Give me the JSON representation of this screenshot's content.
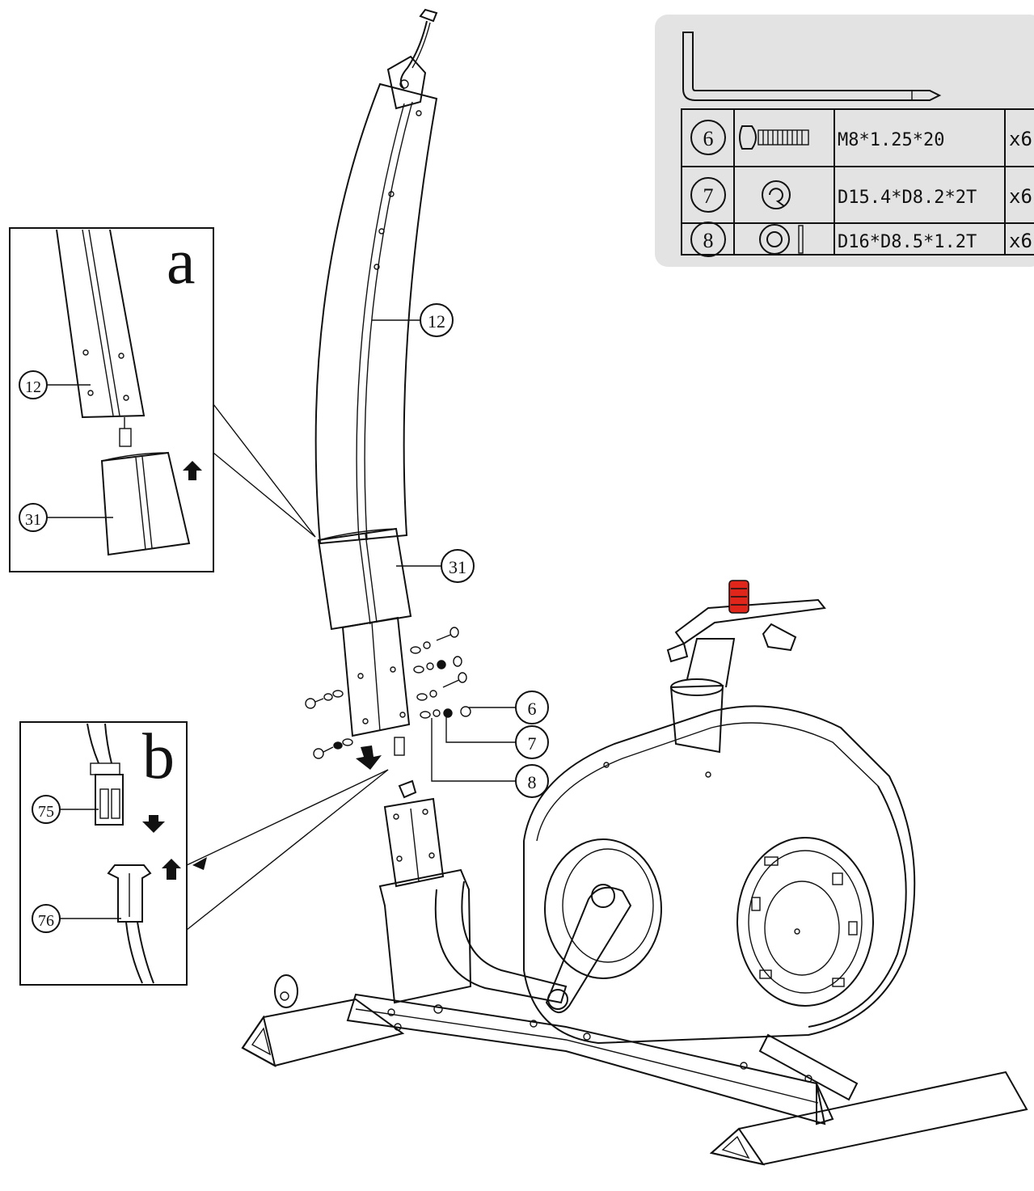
{
  "parts_table": {
    "rows": [
      {
        "callout": "6",
        "spec": "M8*1.25*20",
        "qty": "x6",
        "icon": "bolt-icon"
      },
      {
        "callout": "7",
        "spec": "D15.4*D8.2*2T",
        "qty": "x6",
        "icon": "spring-washer-icon"
      },
      {
        "callout": "8",
        "spec": "D16*D8.5*1.2T",
        "qty": "x6",
        "icon": "flat-washer-icon"
      }
    ],
    "panel_color": "#e3e3e3"
  },
  "main_callouts": {
    "post": "12",
    "cover": "31",
    "bolt": "6",
    "spring_washer": "7",
    "flat_washer": "8"
  },
  "detail_a": {
    "letter": "a",
    "post": "12",
    "cover": "31"
  },
  "detail_b": {
    "letter": "b",
    "plug_top": "75",
    "plug_bottom": "76"
  },
  "accent_color": "#e0261a"
}
